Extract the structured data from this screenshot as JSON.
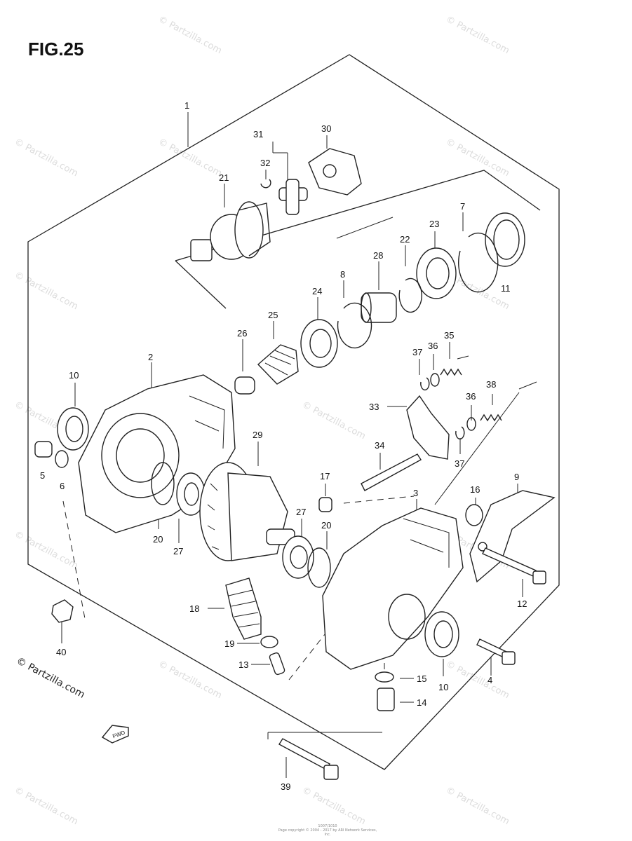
{
  "figure_title": "FIG.25",
  "copyright": "© Partzilla.com",
  "watermark": "© Partzilla.com",
  "fwd_label": "FWD",
  "footer": [
    "1007/1010",
    "Page copyright © 2004 - 2017 by ARI Network Services, Inc."
  ],
  "callouts": [
    {
      "id": "1",
      "label": "1"
    },
    {
      "id": "2",
      "label": "2"
    },
    {
      "id": "3",
      "label": "3"
    },
    {
      "id": "4",
      "label": "4"
    },
    {
      "id": "5",
      "label": "5"
    },
    {
      "id": "6",
      "label": "6"
    },
    {
      "id": "7",
      "label": "7"
    },
    {
      "id": "8",
      "label": "8"
    },
    {
      "id": "9",
      "label": "9"
    },
    {
      "id": "10a",
      "label": "10"
    },
    {
      "id": "10b",
      "label": "10"
    },
    {
      "id": "11",
      "label": "11"
    },
    {
      "id": "12",
      "label": "12"
    },
    {
      "id": "13",
      "label": "13"
    },
    {
      "id": "14",
      "label": "14"
    },
    {
      "id": "15",
      "label": "15"
    },
    {
      "id": "16",
      "label": "16"
    },
    {
      "id": "17",
      "label": "17"
    },
    {
      "id": "18",
      "label": "18"
    },
    {
      "id": "19",
      "label": "19"
    },
    {
      "id": "20a",
      "label": "20"
    },
    {
      "id": "20b",
      "label": "20"
    },
    {
      "id": "21",
      "label": "21"
    },
    {
      "id": "22",
      "label": "22"
    },
    {
      "id": "23",
      "label": "23"
    },
    {
      "id": "24",
      "label": "24"
    },
    {
      "id": "25",
      "label": "25"
    },
    {
      "id": "26",
      "label": "26"
    },
    {
      "id": "27a",
      "label": "27"
    },
    {
      "id": "27b",
      "label": "27"
    },
    {
      "id": "28",
      "label": "28"
    },
    {
      "id": "29",
      "label": "29"
    },
    {
      "id": "30",
      "label": "30"
    },
    {
      "id": "31",
      "label": "31"
    },
    {
      "id": "32",
      "label": "32"
    },
    {
      "id": "33",
      "label": "33"
    },
    {
      "id": "34",
      "label": "34"
    },
    {
      "id": "35",
      "label": "35"
    },
    {
      "id": "36a",
      "label": "36"
    },
    {
      "id": "36b",
      "label": "36"
    },
    {
      "id": "37a",
      "label": "37"
    },
    {
      "id": "37b",
      "label": "37"
    },
    {
      "id": "38",
      "label": "38"
    },
    {
      "id": "39",
      "label": "39"
    },
    {
      "id": "40",
      "label": "40"
    }
  ]
}
